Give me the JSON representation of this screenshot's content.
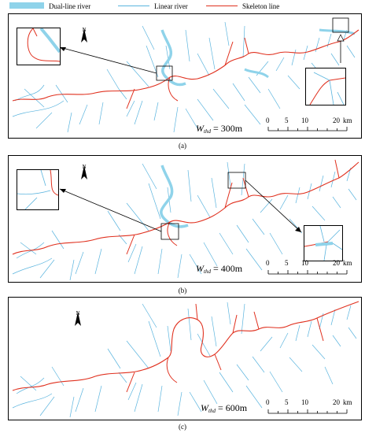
{
  "legend": {
    "dual_line": "Dual-line river",
    "linear": "Linear river",
    "skeleton": "Skeleton line"
  },
  "colors": {
    "dual_line": "#8fd3ea",
    "linear": "#5ab4de",
    "skeleton": "#e0301e"
  },
  "panels": [
    {
      "caption": "(a)",
      "wthd_symbol": "W",
      "wthd_sub": "thd",
      "wthd_value": "= 300m"
    },
    {
      "caption": "(b)",
      "wthd_symbol": "W",
      "wthd_sub": "thd",
      "wthd_value": "= 400m"
    },
    {
      "caption": "(c)",
      "wthd_symbol": "W",
      "wthd_sub": "thd",
      "wthd_value": "= 600m"
    }
  ],
  "scale_bar": {
    "ticks": [
      "0",
      "5",
      "10",
      "20"
    ],
    "unit": "km"
  },
  "north_label": "N"
}
